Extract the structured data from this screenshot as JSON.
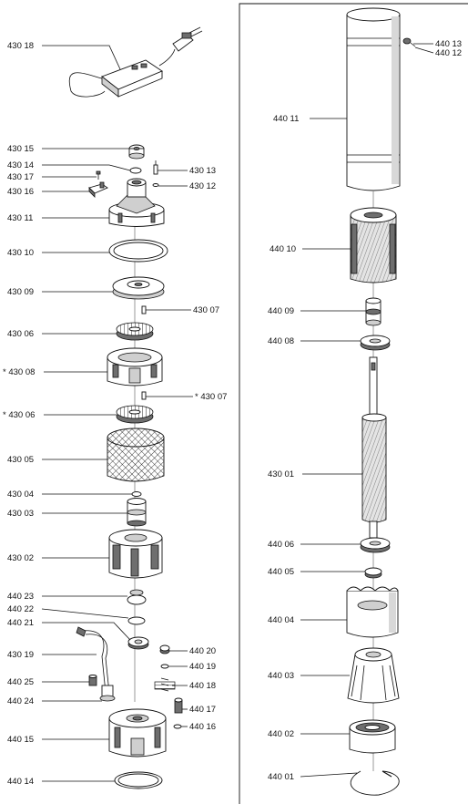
{
  "left_labels": [
    {
      "id": "430-18",
      "text": "430  18"
    },
    {
      "id": "430-15",
      "text": "430  15"
    },
    {
      "id": "430-14",
      "text": "430  14"
    },
    {
      "id": "430-17",
      "text": "430  17"
    },
    {
      "id": "430-16",
      "text": "430  16"
    },
    {
      "id": "430-11",
      "text": "430  11"
    },
    {
      "id": "430-10",
      "text": "430  10"
    },
    {
      "id": "430-09",
      "text": "430  09"
    },
    {
      "id": "430-06",
      "text": "430  06"
    },
    {
      "id": "430-08s",
      "text": "* 430  08"
    },
    {
      "id": "430-06s",
      "text": "* 430  06"
    },
    {
      "id": "430-05",
      "text": "430  05"
    },
    {
      "id": "430-04",
      "text": "430  04"
    },
    {
      "id": "430-03",
      "text": "430  03"
    },
    {
      "id": "430-02",
      "text": "430  02"
    },
    {
      "id": "440-23",
      "text": "440  23"
    },
    {
      "id": "440-22",
      "text": "440  22"
    },
    {
      "id": "440-21",
      "text": "440  21"
    },
    {
      "id": "430-19",
      "text": "430  19"
    },
    {
      "id": "440-25",
      "text": "440  25"
    },
    {
      "id": "440-24",
      "text": "440  24"
    },
    {
      "id": "440-15",
      "text": "440  15"
    },
    {
      "id": "440-14",
      "text": "440  14"
    }
  ],
  "mid_labels": [
    {
      "id": "430-13",
      "text": "430  13"
    },
    {
      "id": "430-12",
      "text": "430  12"
    },
    {
      "id": "430-07",
      "text": "430  07"
    },
    {
      "id": "430-07s",
      "text": "* 430  07"
    },
    {
      "id": "440-20",
      "text": "440  20"
    },
    {
      "id": "440-19",
      "text": "440  19"
    },
    {
      "id": "440-18",
      "text": "440  18"
    },
    {
      "id": "440-17",
      "text": "440  17"
    },
    {
      "id": "440-16",
      "text": "440  16"
    }
  ],
  "right_labels": [
    {
      "id": "440-13",
      "text": "440  13"
    },
    {
      "id": "440-12",
      "text": "440  12"
    },
    {
      "id": "440-11",
      "text": "440  11"
    },
    {
      "id": "440-10",
      "text": "440  10"
    },
    {
      "id": "440-09",
      "text": "440  09"
    },
    {
      "id": "440-08",
      "text": "440  08"
    },
    {
      "id": "430-01",
      "text": "430  01"
    },
    {
      "id": "440-06",
      "text": "440  06"
    },
    {
      "id": "440-05",
      "text": "440  05"
    },
    {
      "id": "440-04",
      "text": "440  04"
    },
    {
      "id": "440-03",
      "text": "440  03"
    },
    {
      "id": "440-02",
      "text": "440  02"
    },
    {
      "id": "440-01",
      "text": "440  01"
    }
  ]
}
